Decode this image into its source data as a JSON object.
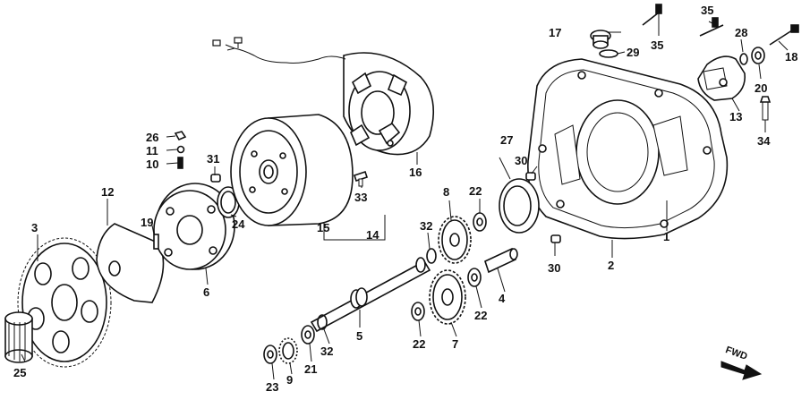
{
  "labels": {
    "l1": "1",
    "l2": "2",
    "l3": "3",
    "l4": "4",
    "l5": "5",
    "l6": "6",
    "l7": "7",
    "l8": "8",
    "l9": "9",
    "l10": "10",
    "l11": "11",
    "l12": "12",
    "l13": "13",
    "l14": "14",
    "l15": "15",
    "l16": "16",
    "l17": "17",
    "l18": "18",
    "l19": "19",
    "l20": "20",
    "l21": "21",
    "l22a": "22",
    "l22b": "22",
    "l22c": "22",
    "l23": "23",
    "l24": "24",
    "l25": "25",
    "l26": "26",
    "l27": "27",
    "l28": "28",
    "l29": "29",
    "l30a": "30",
    "l30b": "30",
    "l31": "31",
    "l32a": "32",
    "l32b": "32",
    "l33": "33",
    "l34": "34",
    "l35a": "35",
    "l35b": "35"
  },
  "fwd_label": "FWD",
  "colors": {
    "ink": "#111111",
    "paper": "#ffffff"
  }
}
